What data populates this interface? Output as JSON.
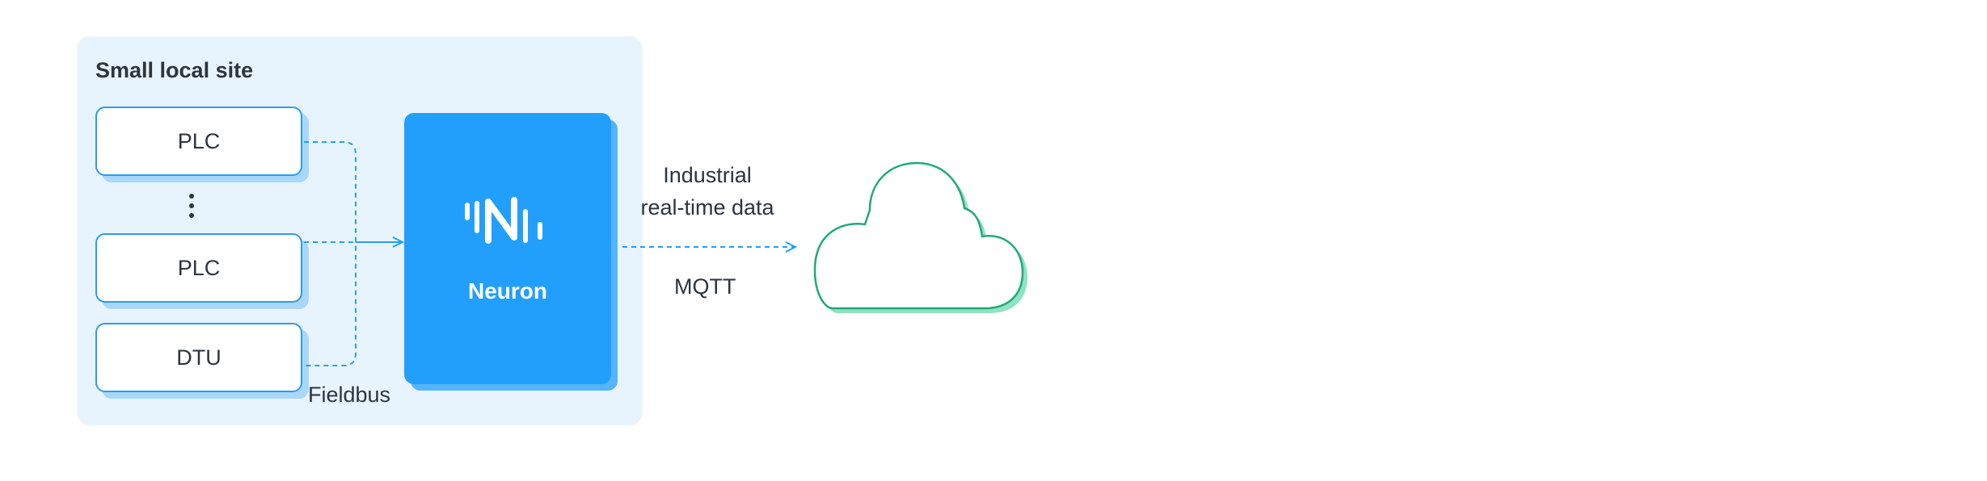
{
  "site": {
    "title": "Small local site"
  },
  "devices": [
    {
      "label": "PLC"
    },
    {
      "label": "PLC"
    },
    {
      "label": "DTU"
    }
  ],
  "connections": {
    "fieldbus_label": "Fieldbus",
    "data_label_line1": "Industrial",
    "data_label_line2": "real-time data",
    "protocol_label": "MQTT"
  },
  "gateway": {
    "label": "Neuron",
    "icon": "neuron-logo-icon"
  },
  "cloud": {
    "icon": "cloud-icon"
  },
  "colors": {
    "panel": "#e8f4fd",
    "accent_blue": "#229ffd",
    "device_border": "#2a9bf2",
    "device_shadow": "#a9d7fb",
    "cloud_border": "#1faa78",
    "cloud_shadow": "#8fe2c2"
  }
}
